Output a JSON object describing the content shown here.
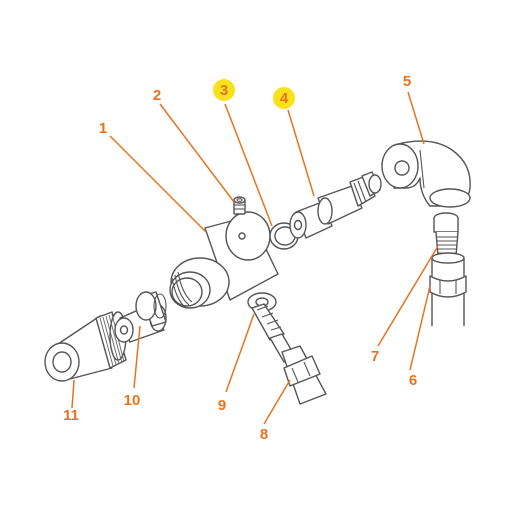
{
  "colors": {
    "callout": "#e8731f",
    "highlight": "#f7e21c",
    "part_outline": "#555555"
  },
  "callouts": [
    {
      "number": "1",
      "highlighted": false
    },
    {
      "number": "2",
      "highlighted": false
    },
    {
      "number": "3",
      "highlighted": true
    },
    {
      "number": "4",
      "highlighted": true
    },
    {
      "number": "5",
      "highlighted": false
    },
    {
      "number": "6",
      "highlighted": false
    },
    {
      "number": "7",
      "highlighted": false
    },
    {
      "number": "8",
      "highlighted": false
    },
    {
      "number": "9",
      "highlighted": false
    },
    {
      "number": "10",
      "highlighted": false
    },
    {
      "number": "11",
      "highlighted": false
    }
  ]
}
